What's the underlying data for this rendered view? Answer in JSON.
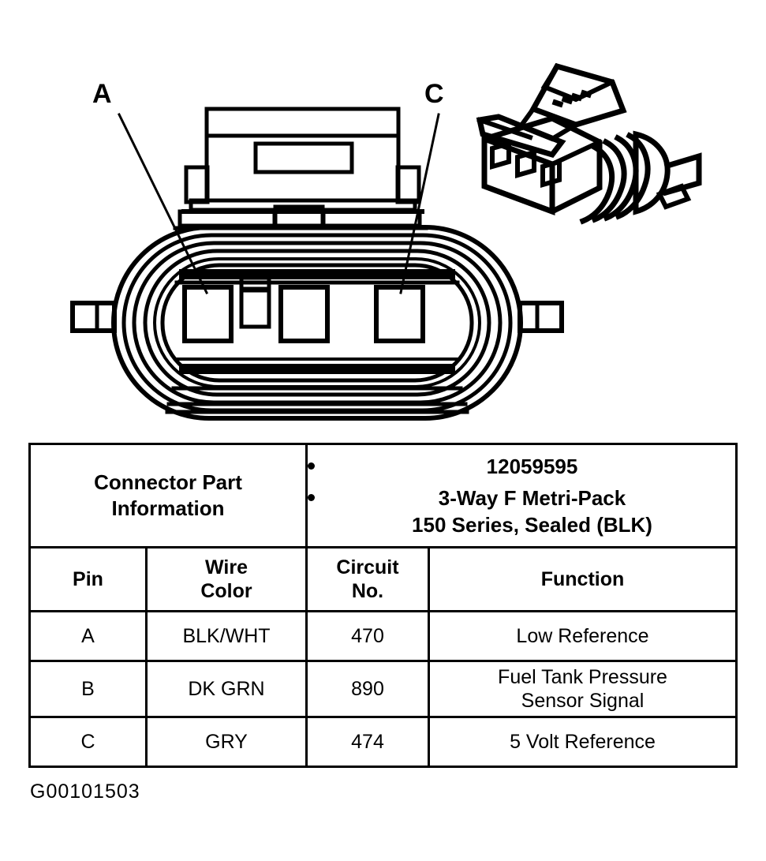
{
  "figure": {
    "id_label": "G00101503",
    "callouts": [
      {
        "label": "A",
        "pin": "A"
      },
      {
        "label": "C",
        "pin": "C"
      }
    ],
    "views": {
      "front_face": "3-way connector front face view",
      "isometric": "3-way connector isometric view"
    },
    "ink_color": "#000000",
    "background_color": "#ffffff"
  },
  "table": {
    "part_info": {
      "label_line1": "Connector Part",
      "label_line2": "Information",
      "bullets": [
        "12059595",
        "3-Way F Metri-Pack"
      ],
      "bullet2_line2": "150 Series, Sealed (BLK)"
    },
    "columns": [
      {
        "key": "pin",
        "header_line1": "",
        "header_line2": "Pin"
      },
      {
        "key": "wire_color",
        "header_line1": "Wire",
        "header_line2": "Color"
      },
      {
        "key": "circuit_no",
        "header_line1": "Circuit",
        "header_line2": "No."
      },
      {
        "key": "function",
        "header_line1": "",
        "header_line2": "Function"
      }
    ],
    "rows": [
      {
        "pin": "A",
        "wire_color": "BLK/WHT",
        "circuit_no": "470",
        "function_line1": "Low Reference",
        "function_line2": ""
      },
      {
        "pin": "B",
        "wire_color": "DK GRN",
        "circuit_no": "890",
        "function_line1": "Fuel Tank Pressure",
        "function_line2": "Sensor Signal"
      },
      {
        "pin": "C",
        "wire_color": "GRY",
        "circuit_no": "474",
        "function_line1": "5 Volt Reference",
        "function_line2": ""
      }
    ]
  }
}
